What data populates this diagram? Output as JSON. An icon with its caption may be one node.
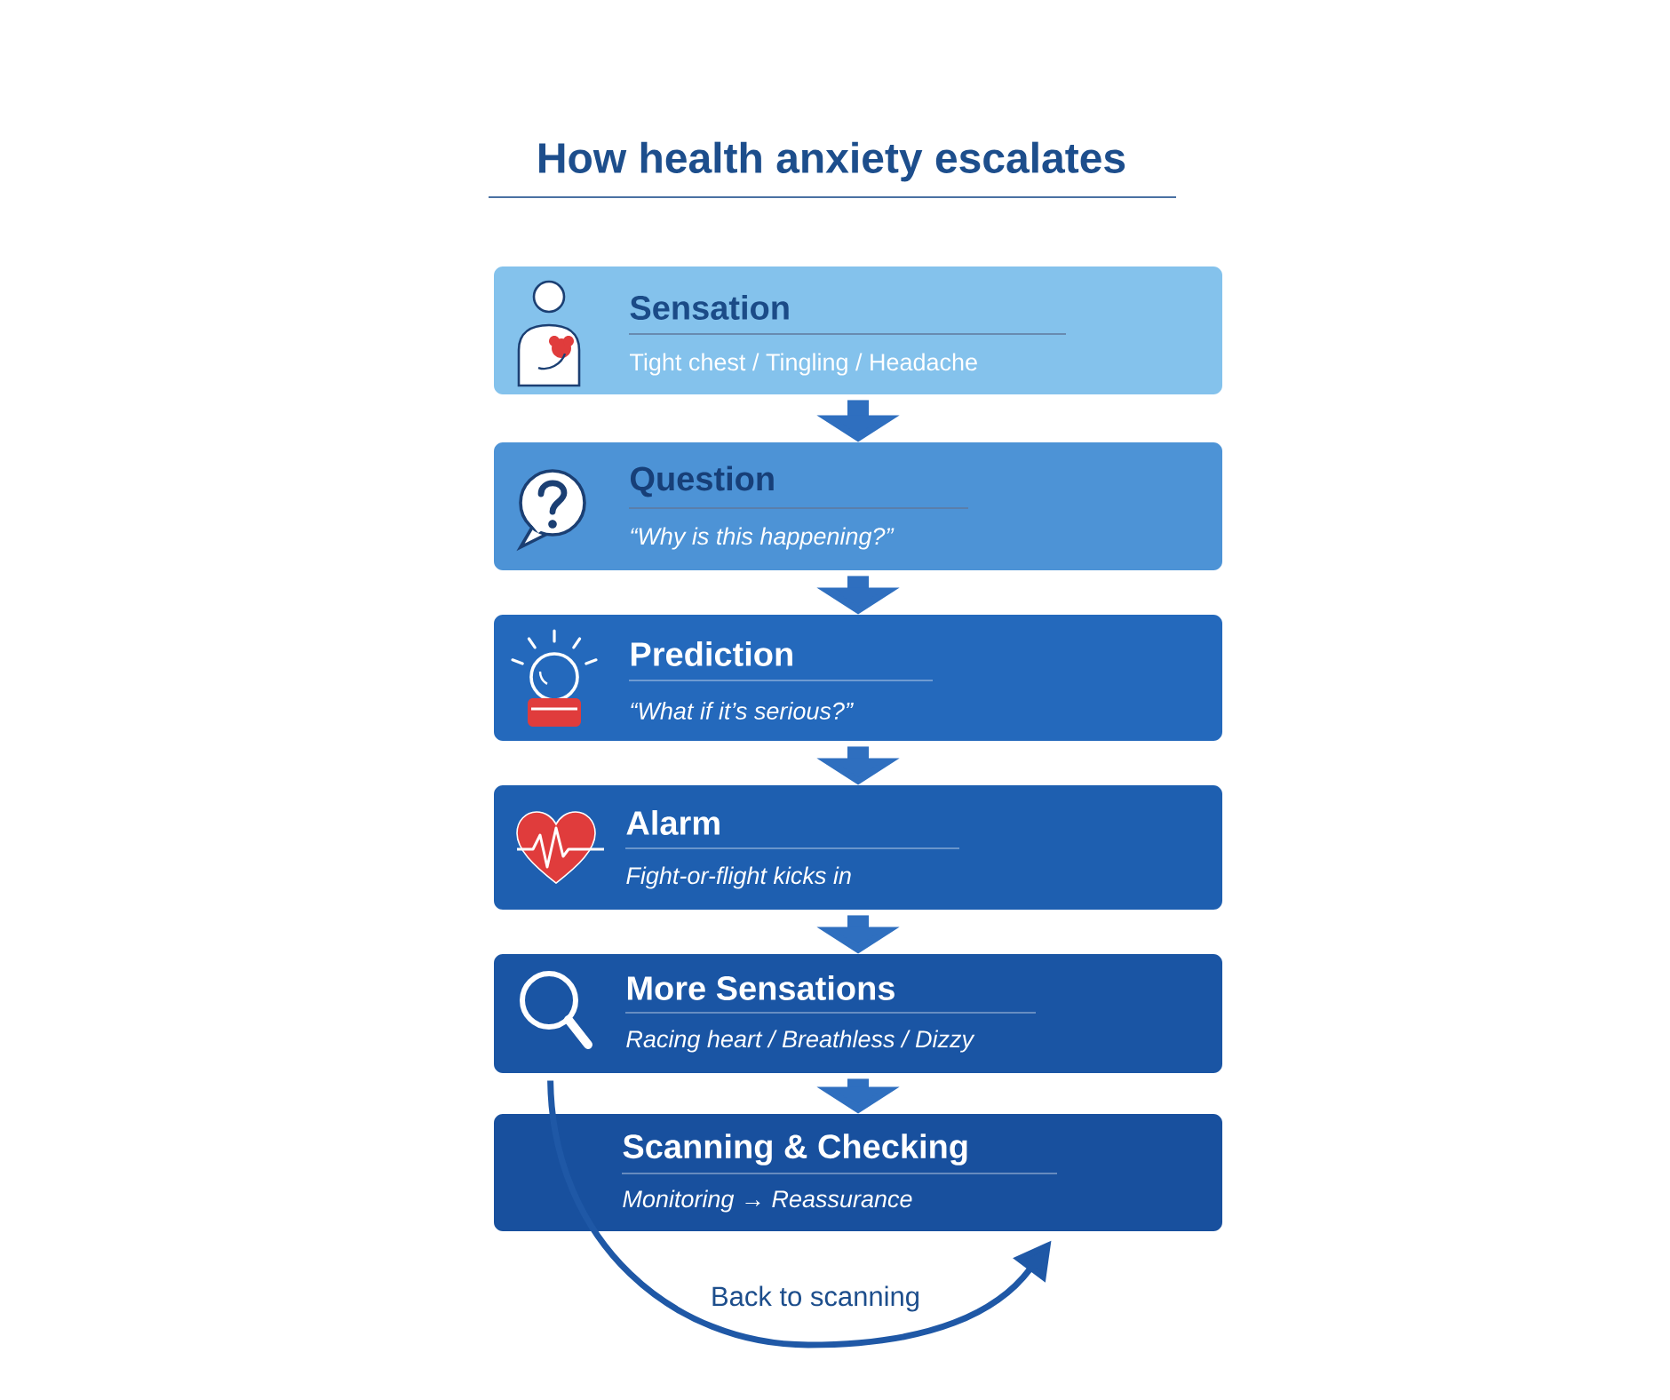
{
  "diagram": {
    "title": "How health anxiety escalates",
    "nodes": [
      {
        "text": [
          "Sensation",
          "Tight chest / Tingling / Headache"
        ]
      },
      {
        "text": [
          "Question",
          "“Why is this happening?”"
        ]
      },
      {
        "text": [
          "Prediction",
          "“What if it’s serious?”"
        ]
      },
      {
        "text": [
          "Alarm",
          "Fight-or-flight kicks in"
        ]
      },
      {
        "text": [
          "More Sensations",
          "Racing heart / Breathless / Dizzy"
        ]
      },
      {
        "text": [
          "Scanning & Checking",
          "Monitoring → Reassurance"
        ]
      }
    ],
    "edges": [
      {
        "from": 0,
        "to": 1,
        "arrow": "to"
      },
      {
        "from": 1,
        "to": 2,
        "arrow": "to"
      },
      {
        "from": 2,
        "to": 3,
        "arrow": "to"
      },
      {
        "from": 3,
        "to": 4,
        "arrow": "to"
      },
      {
        "from": 4,
        "to": 5,
        "arrow": "to"
      },
      {
        "from": 4,
        "to": 5,
        "arrow": "to",
        "label": "Back to scanning"
      }
    ]
  }
}
